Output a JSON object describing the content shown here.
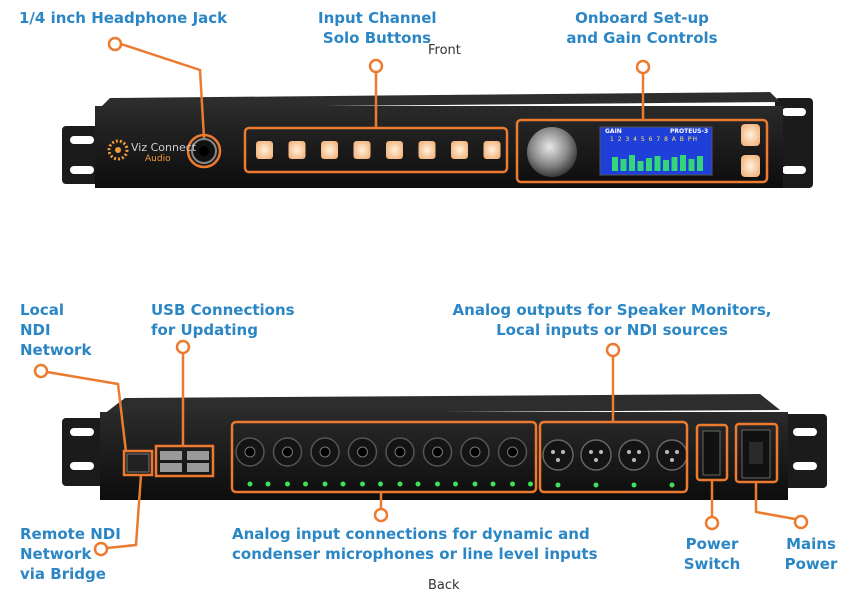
{
  "front": {
    "caption": "Front",
    "brand_name": "Viz Connect",
    "brand_sub": "Audio",
    "display_gain": "GAIN",
    "display_model": "PROTEUS-3",
    "display_channels": "1 2 3 4 5 6 7 8 A B PH",
    "callouts": {
      "headphone": "1/4 inch Headphone Jack",
      "solo_line1": "Input Channel",
      "solo_line2": "Solo Buttons",
      "setup_line1": "Onboard Set-up",
      "setup_line2": "and Gain Controls"
    }
  },
  "rear": {
    "caption": "Back",
    "callouts": {
      "local_ndi": [
        "Local",
        "NDI",
        "Network"
      ],
      "usb": [
        "USB Connections",
        "for Updating"
      ],
      "analog_out": [
        "Analog outputs for Speaker Monitors,",
        "Local inputs or NDI sources"
      ],
      "remote_ndi": [
        "Remote NDI",
        "Network",
        "via Bridge"
      ],
      "analog_in": [
        "Analog input connections for dynamic and",
        "condenser microphones or line level inputs"
      ],
      "power_switch": [
        "Power",
        "Switch"
      ],
      "mains": [
        "Mains",
        "Power"
      ]
    }
  },
  "colors": {
    "label_blue": "#2b86c5",
    "callout_orange": "#ec7a2f",
    "button_glow": "#f6c79a",
    "lcd_blue": "#1e3fd8"
  }
}
